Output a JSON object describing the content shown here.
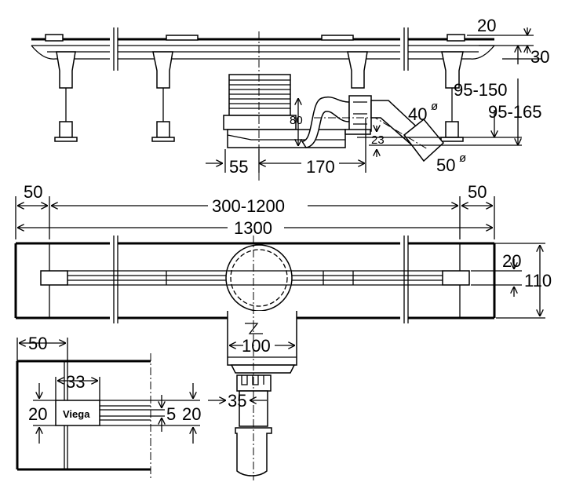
{
  "elevation_view": {
    "dim_cover": "20",
    "dim_channel_height": "30",
    "dim_height_range_1": "95-150",
    "dim_height_range_2": "95-165",
    "dim_outlet_diameter_small": "40",
    "dim_outlet_diameter_large": "50",
    "diameter_symbol": "ø",
    "dim_trap_height": "80",
    "dim_outlet_offset": "23",
    "dim_offset_55": "55",
    "dim_offset_170": "170"
  },
  "plan_view": {
    "dim_end_left": "50",
    "dim_length_range": "300-1200",
    "dim_end_right": "50",
    "dim_overall_length": "1300",
    "dim_slot_width": "20",
    "dim_overall_width": "110",
    "dim_trap_width": "100",
    "dim_pipe": "35"
  },
  "detail_view": {
    "dim_end": "50",
    "dim_logo_width": "33",
    "dim_logo_height": "20",
    "logo_text": "Viega",
    "dim_gap": "5",
    "dim_slot": "20"
  }
}
